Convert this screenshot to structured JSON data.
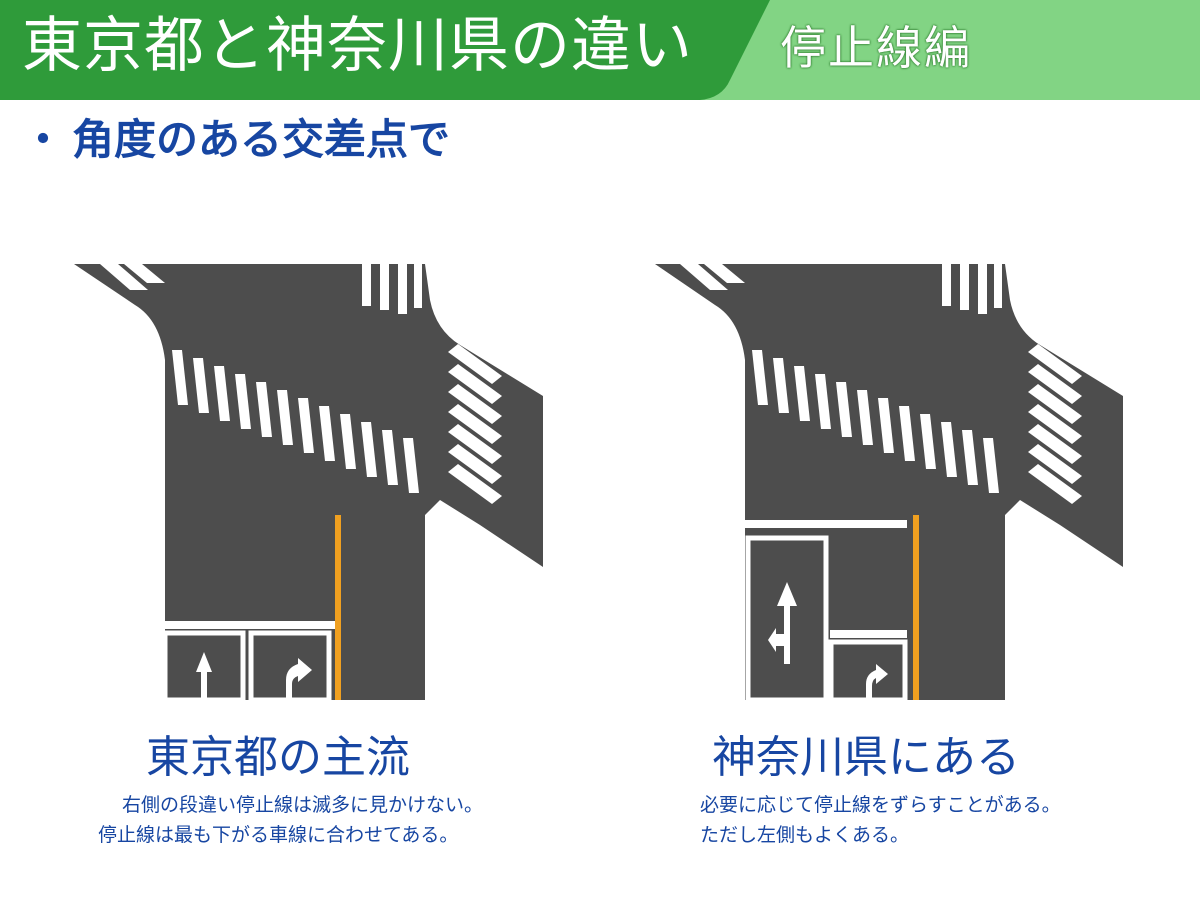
{
  "header": {
    "title": "東京都と神奈川県の違い",
    "subtitle": "停止線編",
    "colors": {
      "dark_green": "#2f9b3a",
      "light_green": "#82d484"
    }
  },
  "subheading": {
    "bullet": "・",
    "text": "角度のある交差点で"
  },
  "panels": [
    {
      "title": "東京都の主流",
      "lines": [
        "右側の段違い停止線は滅多に見かけない。",
        "停止線は最も下がる車線に合わせてある。"
      ]
    },
    {
      "title": "神奈川県にある",
      "lines": [
        "必要に応じて停止線をずらすことがある。",
        "ただし左側もよくある。"
      ]
    }
  ],
  "colors": {
    "road": "#4d4d4d",
    "marking": "#ffffff",
    "center_line": "#f0a020",
    "text": "#1746a2"
  }
}
